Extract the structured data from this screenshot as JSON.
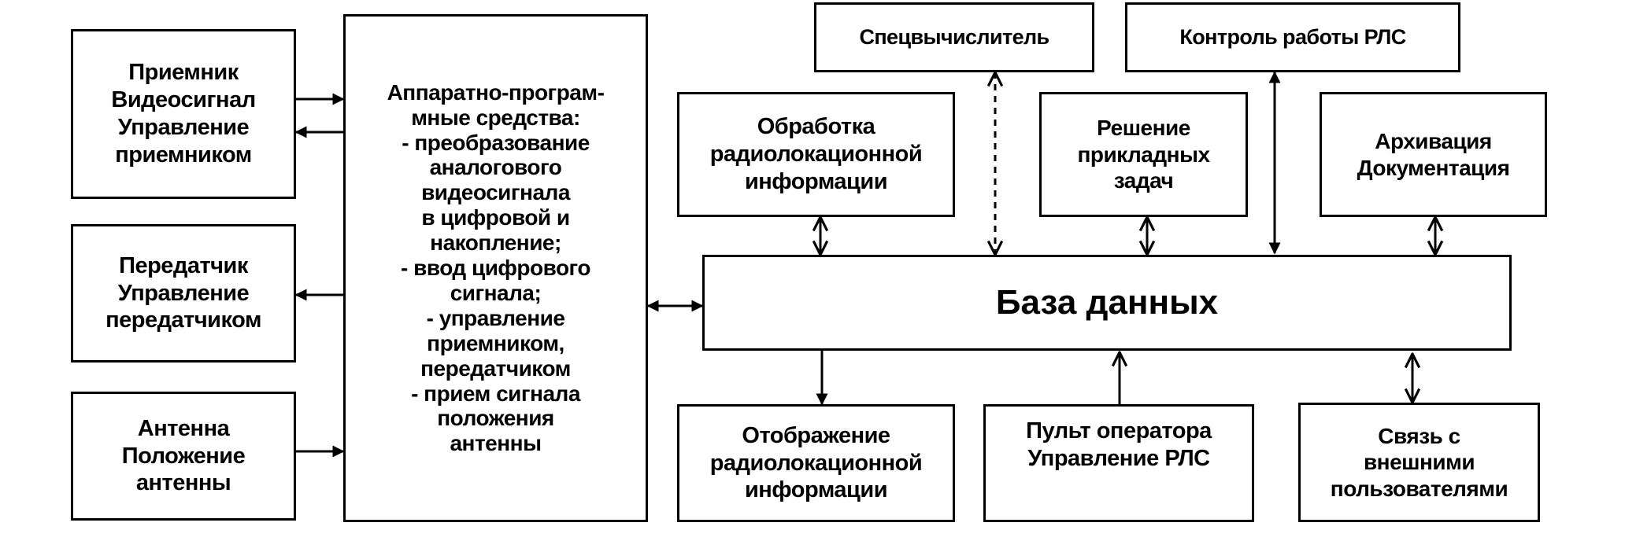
{
  "diagram": {
    "receiver": [
      "Приемник",
      "Видеосигнал",
      "Управление",
      "приемником"
    ],
    "transmitter": [
      "Передатчик",
      "Управление",
      "передатчиком"
    ],
    "antenna": [
      "Антенна",
      "Положение",
      "антенны"
    ],
    "hardware_software": [
      "Аппаратно-програм-",
      "мные средства:",
      "- преобразование",
      "аналогового",
      "видеосигнала",
      "в цифровой и",
      "накопление;",
      "- ввод цифрового",
      "сигнала;",
      "- управление",
      "приемником,",
      "передатчиком",
      "- прием сигнала",
      "положения",
      "антенны"
    ],
    "special_computer": "Спецвычислитель",
    "radar_control": "Контроль работы РЛС",
    "radar_info_processing": [
      "Обработка",
      "радиолокационной",
      "информации"
    ],
    "applied_tasks": [
      "Решение",
      "прикладных",
      "задач"
    ],
    "archiving": [
      "Архивация",
      "Документация"
    ],
    "database": "База данных",
    "radar_display": [
      "Отображение",
      "радиолокационной",
      "информации"
    ],
    "operator_console": [
      "Пульт оператора",
      "Управление РЛС"
    ],
    "external_users": [
      "Связь с",
      "внешними",
      "пользователями"
    ]
  }
}
